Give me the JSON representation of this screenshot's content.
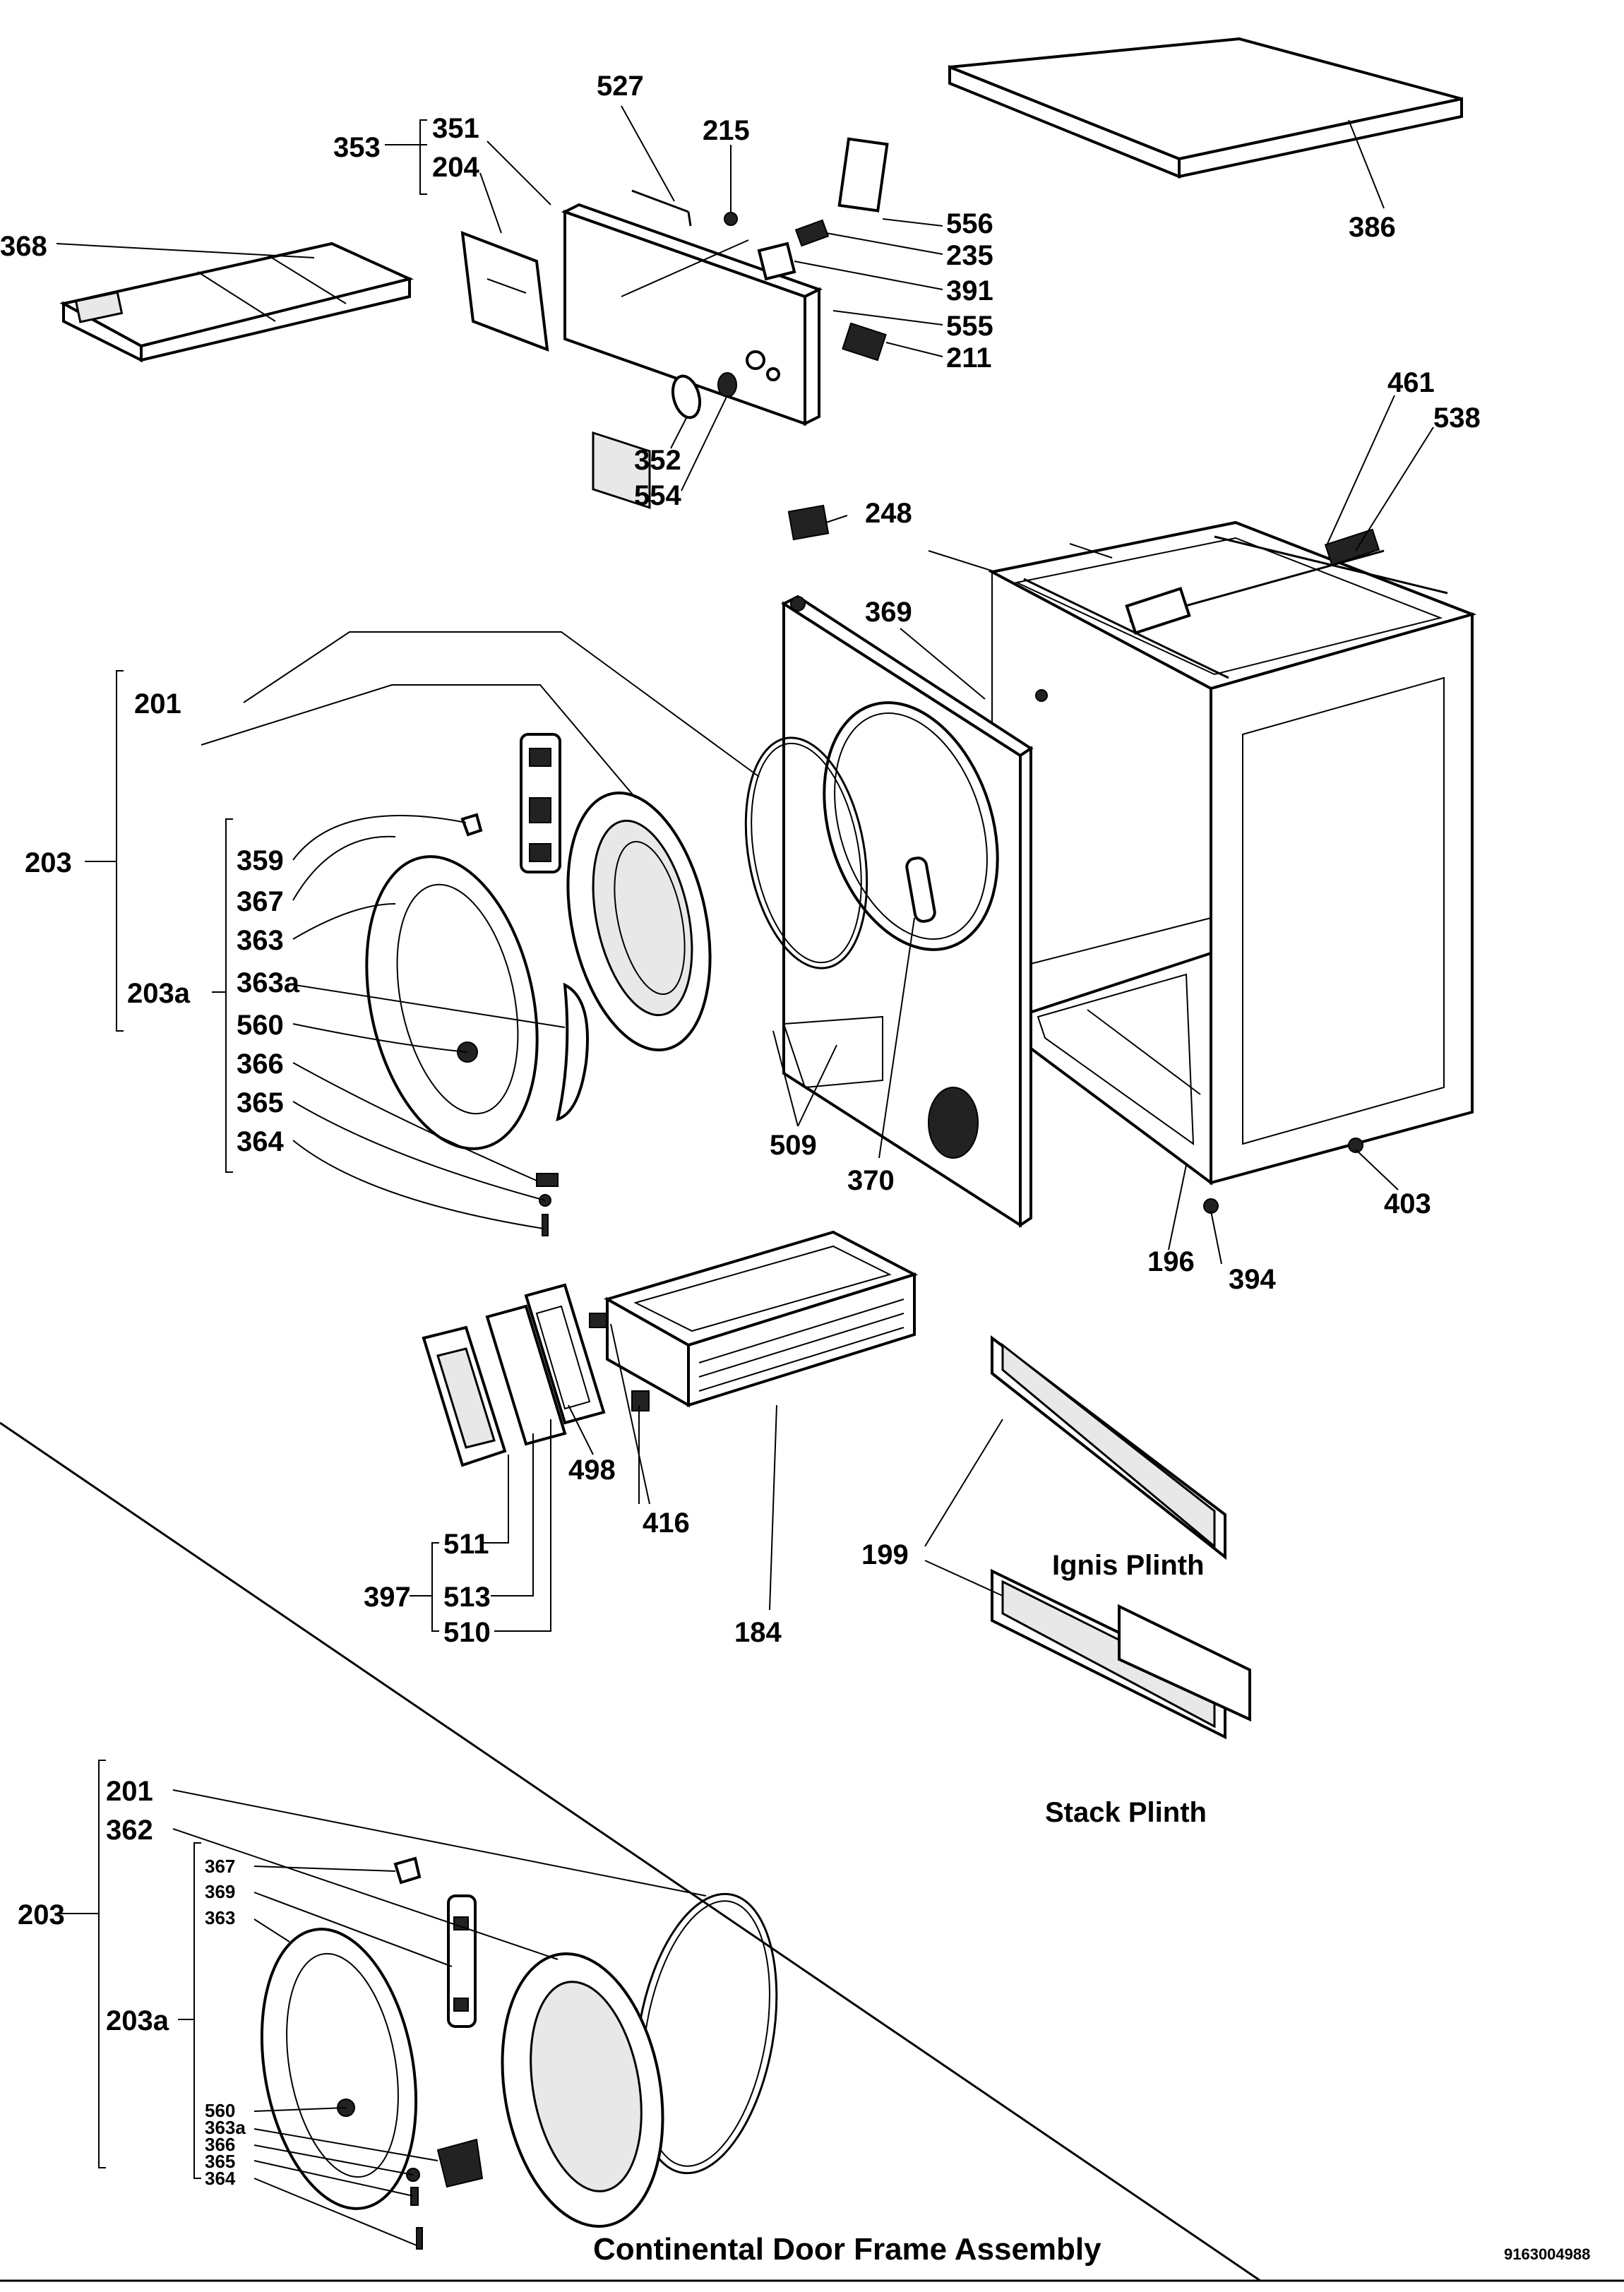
{
  "upper": {
    "parts": {
      "p368_top": "368",
      "p353": "353",
      "p351": "351",
      "p204": "204",
      "p527": "527",
      "p215": "215",
      "p556": "556",
      "p235": "235",
      "p391": "391",
      "p555": "555",
      "p211": "211",
      "p352": "352",
      "p554": "554",
      "p386": "386",
      "p461": "461",
      "p538": "538",
      "p248": "248",
      "p369": "369",
      "p201": "201",
      "p203": "203",
      "p359": "359",
      "p367": "367",
      "p363": "363",
      "p203a": "203a",
      "p363a": "363a",
      "p560": "560",
      "p366": "366",
      "p365": "365",
      "p364": "364",
      "p509": "509",
      "p370": "370",
      "p403": "403",
      "p196": "196",
      "p394": "394",
      "p498": "498",
      "p416": "416",
      "p511": "511",
      "p397": "397",
      "p513": "513",
      "p510": "510",
      "p184": "184",
      "p199": "199"
    },
    "captions": {
      "ignis": "Ignis Plinth",
      "stack": "Stack Plinth"
    }
  },
  "inset": {
    "parts": {
      "p201": "201",
      "p362": "362",
      "p203": "203",
      "p367": "367",
      "p369": "369",
      "p363": "363",
      "p203a": "203a",
      "p560": "560",
      "p363a": "363a",
      "p366": "366",
      "p365": "365",
      "p364": "364"
    },
    "title": "Continental Door Frame Assembly"
  },
  "document_number": "9163004988"
}
